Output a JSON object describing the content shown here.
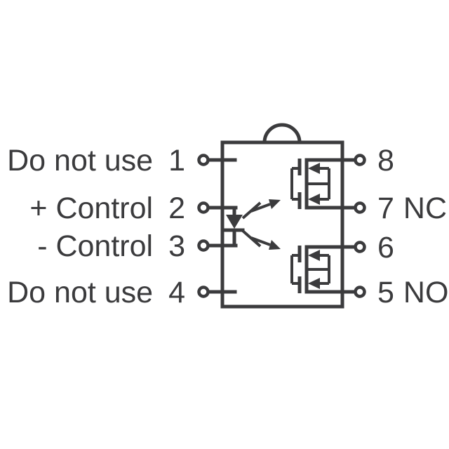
{
  "diagram": {
    "kind": "solid-state-relay-pinout-schematic",
    "ink_color": "#3b3b3d",
    "background_color": "#ffffff",
    "pins": {
      "left": [
        {
          "label": "Do not use",
          "number": "1"
        },
        {
          "label": "+ Control",
          "number": "2"
        },
        {
          "label": "- Control",
          "number": "3"
        },
        {
          "label": "Do not use",
          "number": "4"
        }
      ],
      "right": [
        {
          "number": "8",
          "label": ""
        },
        {
          "number": "7",
          "label": "NC"
        },
        {
          "number": "6",
          "label": ""
        },
        {
          "number": "5",
          "label": "NO"
        }
      ]
    },
    "symbols": {
      "package": "ic-body-with-pin1-notch",
      "input_element": "led-emitter-diode",
      "coupling": "light-emission-arrows",
      "output_elements": "dual-mosfet-switch-x2",
      "terminals": "open-circle-pins"
    }
  }
}
